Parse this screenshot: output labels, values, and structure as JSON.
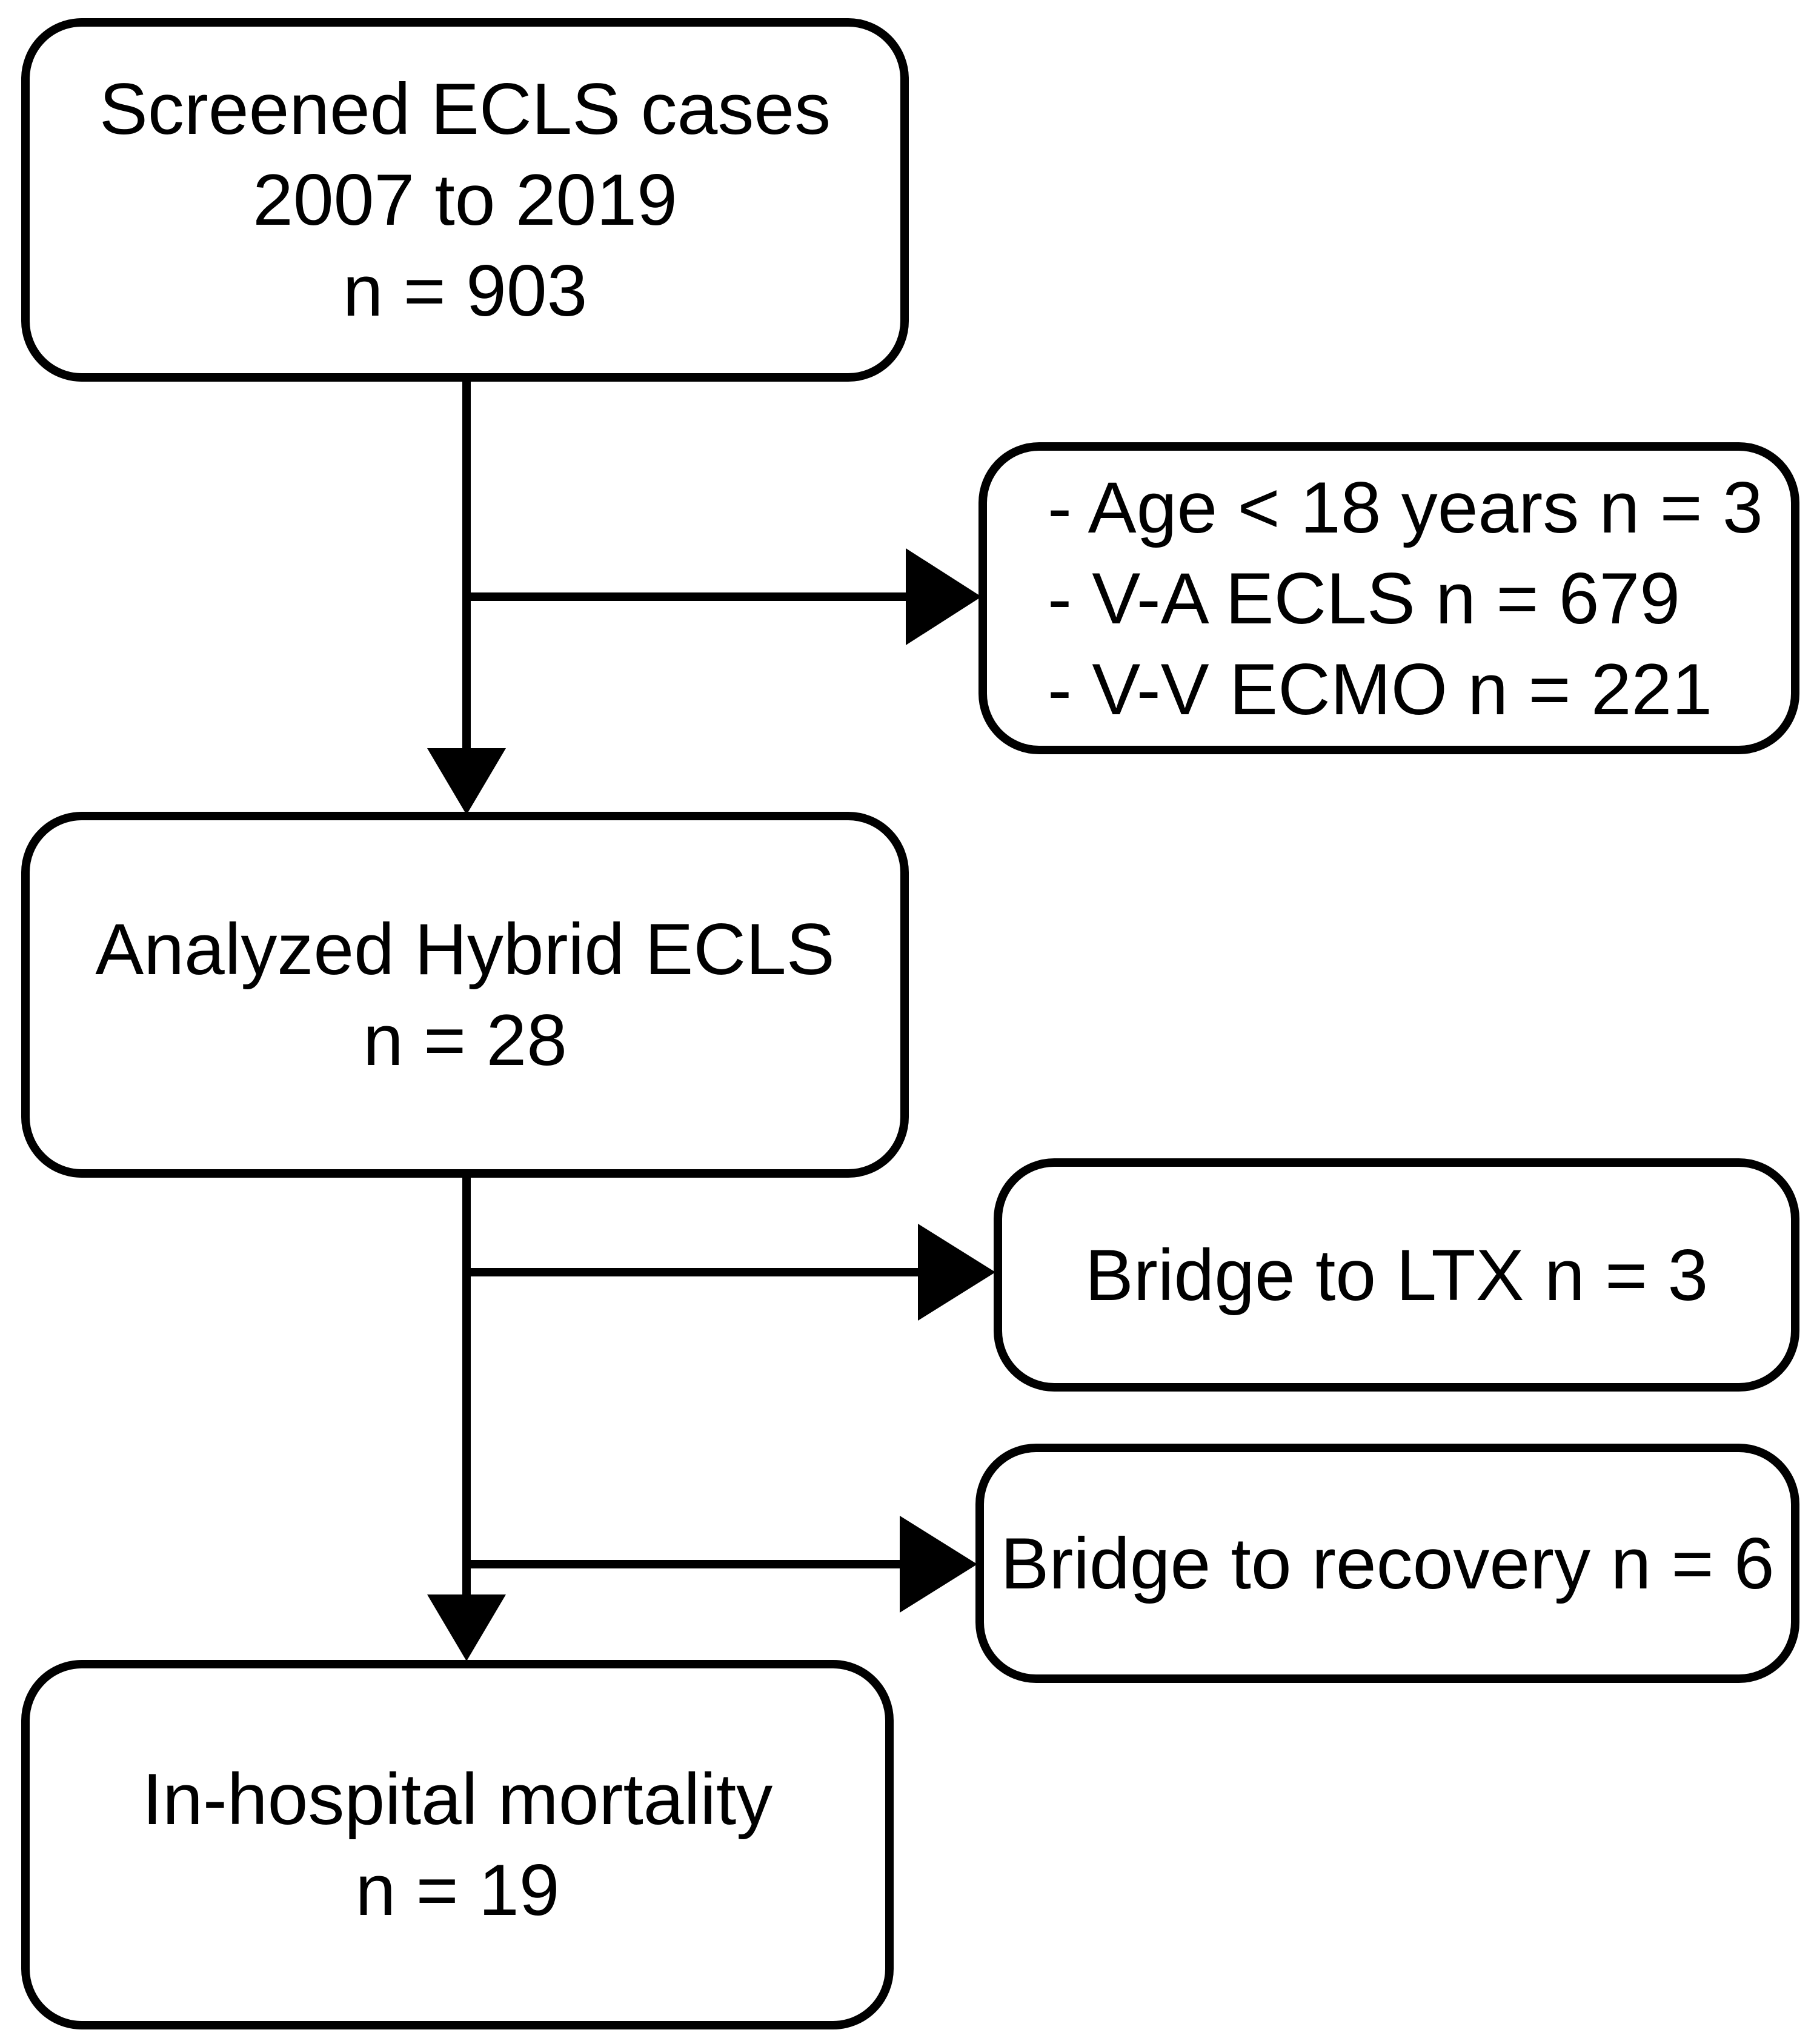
{
  "diagram": {
    "type": "flowchart",
    "colors": {
      "stroke": "#000000",
      "text": "#000000",
      "box_fill": "#ffffff",
      "background": "#ffffff"
    },
    "nodes": {
      "screened": {
        "lines": [
          "Screened ECLS cases",
          "2007 to 2019",
          "n = 903"
        ]
      },
      "exclusions": {
        "lines": [
          "- Age < 18 years n = 3",
          "- V-A ECLS n = 679",
          "- V-V ECMO n = 221"
        ]
      },
      "analyzed": {
        "lines": [
          "Analyzed Hybrid ECLS",
          "n = 28"
        ]
      },
      "bridge_ltx": {
        "lines": [
          "Bridge to LTX n = 3"
        ]
      },
      "bridge_recovery": {
        "lines": [
          "Bridge to recovery n = 6"
        ]
      },
      "mortality": {
        "lines": [
          "In-hospital mortality",
          "n = 19"
        ]
      }
    },
    "edges": [
      {
        "from": "screened",
        "to": "analyzed"
      },
      {
        "from": "screened",
        "to": "exclusions"
      },
      {
        "from": "analyzed",
        "to": "bridge_ltx"
      },
      {
        "from": "analyzed",
        "to": "bridge_recovery"
      },
      {
        "from": "analyzed",
        "to": "mortality"
      }
    ]
  }
}
